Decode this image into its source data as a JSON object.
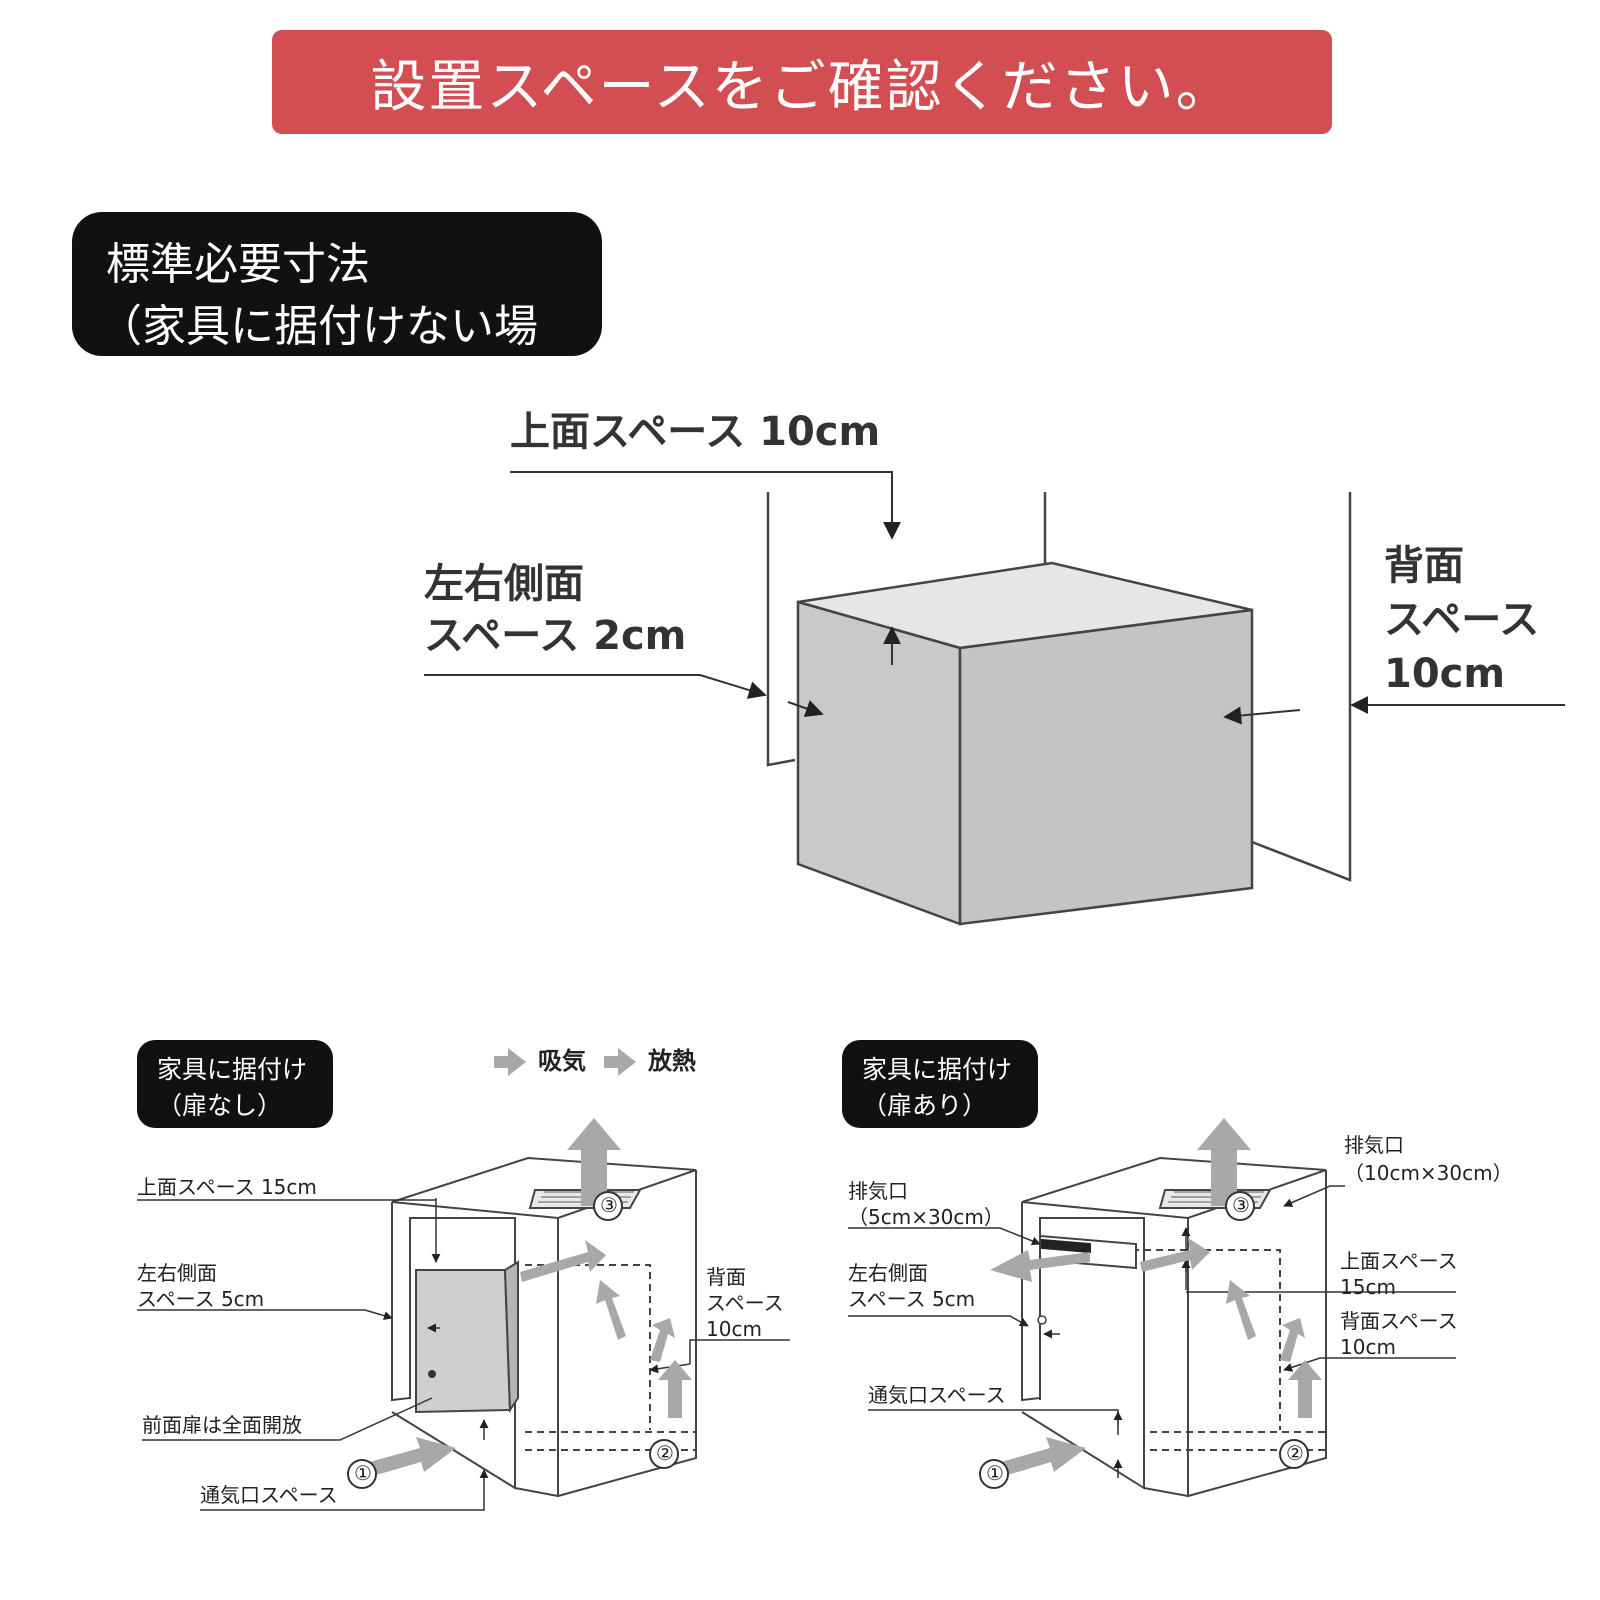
{
  "header": {
    "title": "設置スペースをご確認ください。"
  },
  "standard": {
    "heading_line1": "標準必要寸法",
    "heading_line2": "（家具に据付けない場合）",
    "top_space": "上面スペース 10cm",
    "side_line1": "左右側面",
    "side_line2": "スペース 2cm",
    "back_line1": "背面",
    "back_line2": "スペース",
    "back_line3": "10cm"
  },
  "legend": {
    "intake": "吸気",
    "exhaust": "放熱"
  },
  "no_door": {
    "heading_line1": "家具に据付け",
    "heading_line2": "（扉なし）",
    "top_space": "上面スペース 15cm",
    "side_line1": "左右側面",
    "side_line2": "スペース 5cm",
    "front_door": "前面扉は全面開放",
    "vent": "通気口スペース",
    "back_line1": "背面",
    "back_line2": "スペース",
    "back_line3": "10cm",
    "markers": [
      "①",
      "②",
      "③"
    ]
  },
  "with_door": {
    "heading_line1": "家具に据付け",
    "heading_line2": "（扉あり）",
    "exhaust_front_line1": "排気口",
    "exhaust_front_line2": "（5cm×30cm）",
    "exhaust_top_line1": "排気口",
    "exhaust_top_line2": "（10cm×30cm）",
    "side_line1": "左右側面",
    "side_line2": "スペース 5cm",
    "vent": "通気口スペース",
    "top_line1": "上面スペース",
    "top_line2": "15cm",
    "back_line1": "背面スペース",
    "back_line2": "10cm",
    "markers": [
      "①",
      "②",
      "③"
    ]
  },
  "colors": {
    "banner": "#d24e52",
    "pill": "#111111",
    "box_fill": "#cfcfcf",
    "arrow_fill": "#a8a8a8"
  }
}
